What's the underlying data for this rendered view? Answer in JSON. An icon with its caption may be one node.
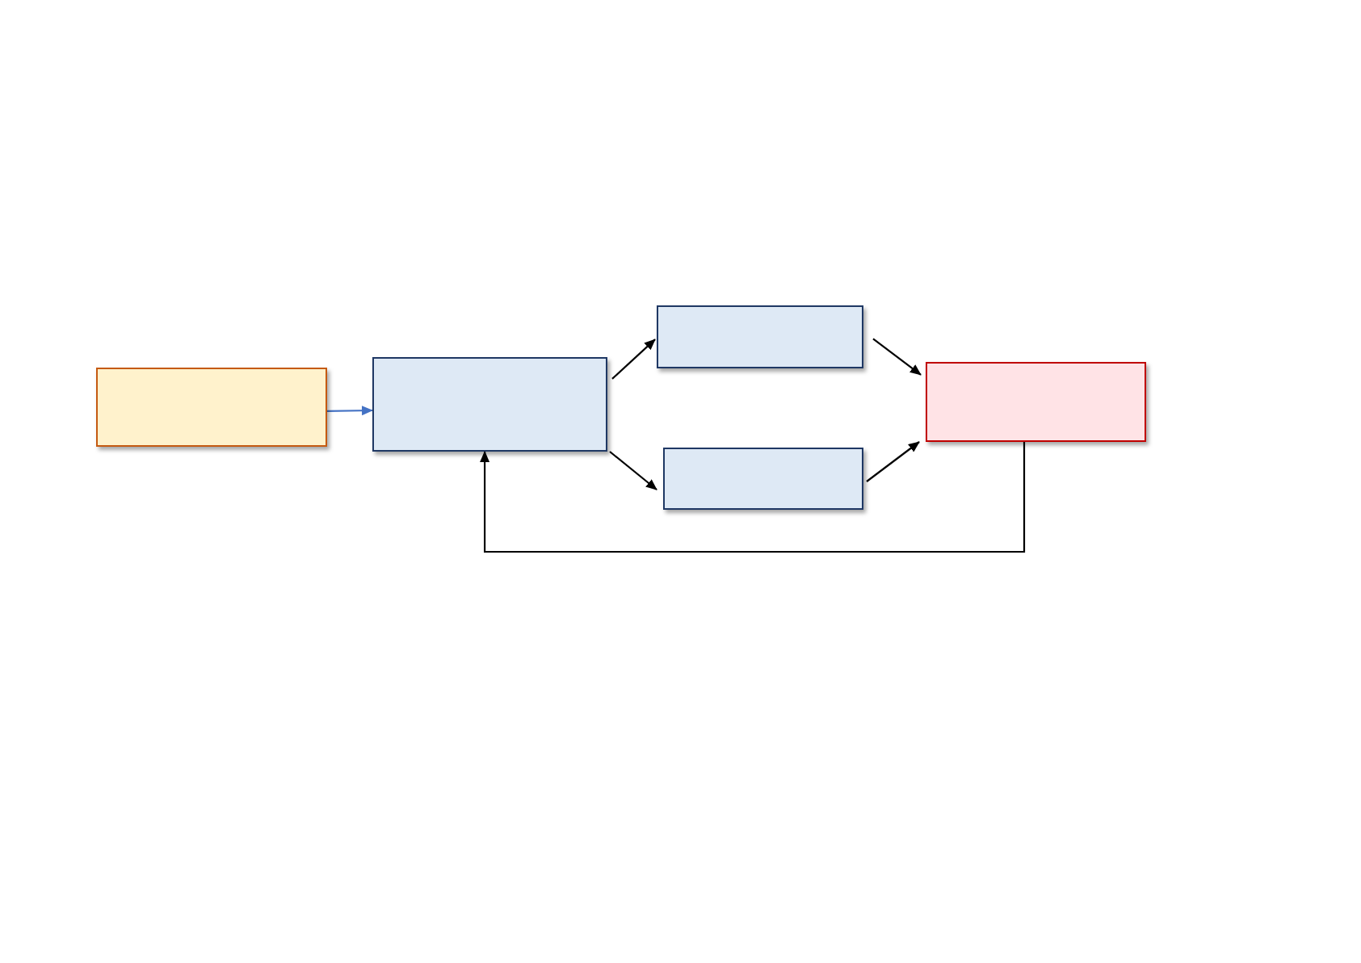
{
  "diagram": {
    "nodes": [
      {
        "text": [],
        "shape": "box"
      },
      {
        "text": [],
        "shape": "box"
      },
      {
        "text": [],
        "shape": "box"
      },
      {
        "text": [],
        "shape": "box"
      },
      {
        "text": [],
        "shape": "box"
      }
    ],
    "edges": [
      {
        "from": 0,
        "to": 1,
        "arrow": "to",
        "color": "#4472c4"
      },
      {
        "from": 1,
        "to": 2,
        "arrow": "to"
      },
      {
        "from": 1,
        "to": 3,
        "arrow": "to"
      },
      {
        "from": 2,
        "to": 4,
        "arrow": "to"
      },
      {
        "from": 3,
        "to": 4,
        "arrow": "to"
      },
      {
        "from": 4,
        "to": 1,
        "arrow": "to"
      }
    ]
  }
}
